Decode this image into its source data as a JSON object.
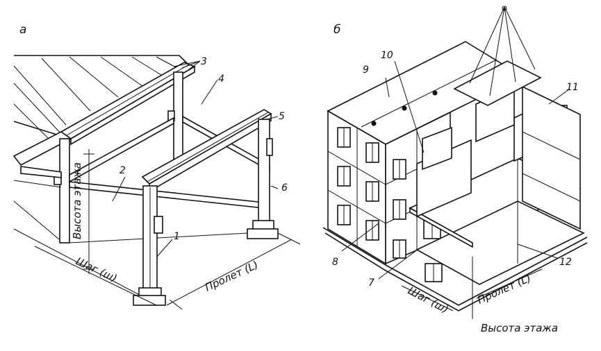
{
  "panels": {
    "a": "а",
    "b": "б"
  },
  "callouts_a": [
    "1",
    "2",
    "3",
    "4",
    "5",
    "6"
  ],
  "callouts_b": [
    "7",
    "8",
    "9",
    "10",
    "11",
    "12"
  ],
  "dims_a": {
    "height": "Высота этажа",
    "step": "Шаг (ш)",
    "span": "Пролет (L)"
  },
  "dims_b": {
    "step": "Шаг (ш)",
    "span": "Пролет (L)",
    "height": "Высота этажа"
  }
}
